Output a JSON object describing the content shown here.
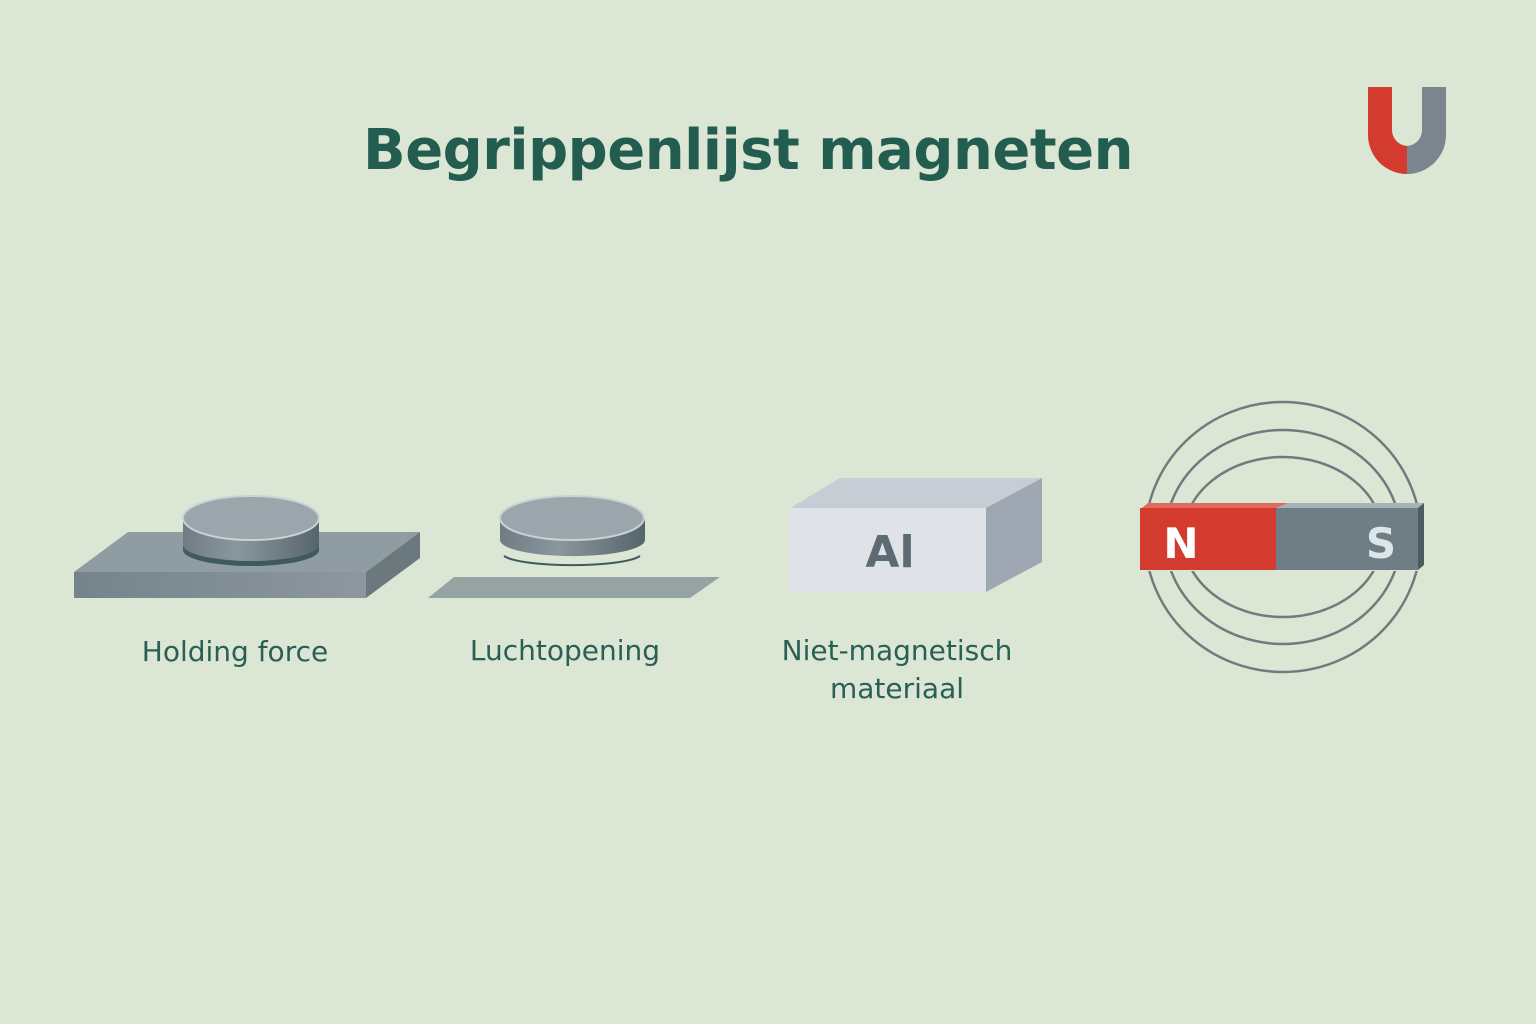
{
  "title": "Begrippenlijst magneten",
  "logo": {
    "icon": "horseshoe-magnet-icon",
    "colors": [
      "#d23b2e",
      "#7a858d"
    ]
  },
  "items": [
    {
      "label": "Holding force",
      "icon": "magnet-on-plate-illustration"
    },
    {
      "label": "Luchtopening",
      "icon": "magnet-air-gap-illustration"
    },
    {
      "label": "Niet-magnetisch materiaal",
      "label_line1": "Niet-magnetisch",
      "label_line2": "materiaal",
      "block_text": "Al",
      "icon": "aluminium-block-illustration"
    },
    {
      "north": "N",
      "south": "S",
      "icon": "bar-magnet-field-lines-illustration"
    }
  ],
  "colors": {
    "background": "#dce6d5",
    "title": "#235d50",
    "red": "#d23b2e",
    "grey": "#6f7d84"
  }
}
